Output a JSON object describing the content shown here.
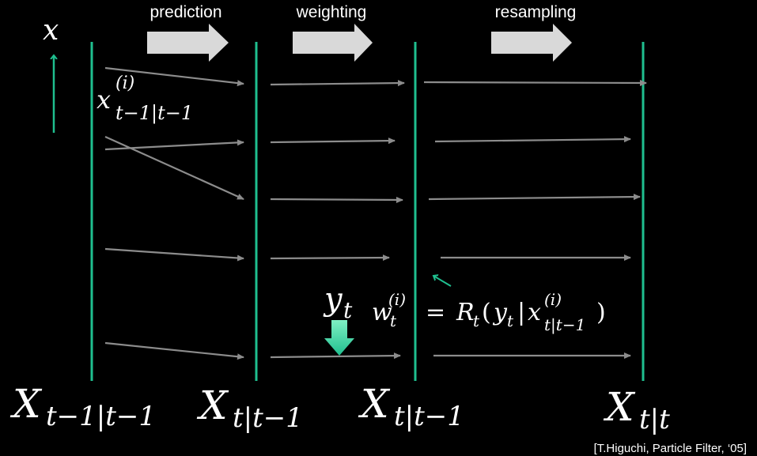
{
  "steps": {
    "prediction": "prediction",
    "weighting": "weighting",
    "resampling": "resampling"
  },
  "axis_label": "x",
  "particle_label": {
    "base": "x",
    "sup": "(i)",
    "sub": "t−1|t−1"
  },
  "observation_label": {
    "base": "y",
    "sub": "t"
  },
  "weight_formula": {
    "w": "w",
    "w_sub": "t",
    "w_sup": "(i)",
    "equals": "=",
    "R": "R",
    "R_sub": "t",
    "open": "(",
    "y": "y",
    "y_sub": "t",
    "bar": "|",
    "x": "x",
    "x_sup": "(i)",
    "x_sub": "t|t−1",
    "close": ")"
  },
  "distributions": [
    {
      "base": "X",
      "sub": "t−1|t−1"
    },
    {
      "base": "X",
      "sub": "t|t−1"
    },
    {
      "base": "X",
      "sub": "t|t−1"
    },
    {
      "base": "X",
      "sub": "t|t"
    }
  ],
  "citation": "[T.Higuchi, Particle Filter, ‘05]",
  "colors": {
    "background": "#000000",
    "timeline": "#1fbf8f",
    "step_arrow": "#d9d9d9",
    "particle_arrow": "#8c8c8c",
    "observation_arrow": "#3ddc9e",
    "text": "#ffffff"
  }
}
